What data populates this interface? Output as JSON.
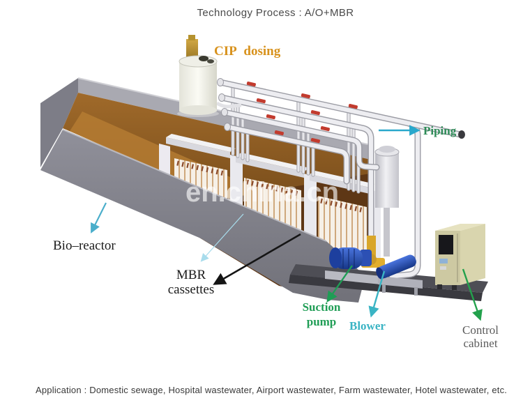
{
  "header": {
    "title": "Technology Process : A/O+MBR",
    "color": "#4a4a4a"
  },
  "watermark": {
    "text": "en.china.cn"
  },
  "labels": {
    "cip_dosing": {
      "text": "CIP dosing",
      "color": "#d8921d"
    },
    "piping": {
      "text": "Piping",
      "color": "#2e8b57",
      "arrow_color": "#29a8cc"
    },
    "bio_reactor": {
      "text": "Bio–reactor",
      "color": "#1b1b1b",
      "arrow_color": "#4aaecb"
    },
    "mbr_cassettes": {
      "line1": "MBR",
      "line2": "cassettes",
      "color": "#1b1b1b",
      "arrow_color": "#151515",
      "thin_arrow_color": "#a8dcec"
    },
    "suction_pump": {
      "line1": "Suction",
      "line2": "pump",
      "color": "#1f9d55",
      "arrow_color": "#1f9d55"
    },
    "blower": {
      "text": "Blower",
      "color": "#3ab4c4",
      "arrow_color": "#3ab4c4"
    },
    "control_cabinet": {
      "line1": "Control",
      "line2": "cabinet",
      "color": "#5c5c5c",
      "arrow_color": "#23a14c"
    }
  },
  "footer": {
    "application": "Application : Domestic sewage, Hospital wastewater, Airport wastewater, Farm wastewater, Hotel wastewater, etc."
  },
  "colors": {
    "tank_liquid": "#9c6a2a",
    "tank_wall": "#83838d",
    "platform": "#4e4e55",
    "pump_blue": "#2a50b4",
    "fitting_yellow": "#e2ae2e",
    "cabinet_beige": "#cdc9a2",
    "pipe_white": "#ededf1",
    "valve_red": "#c23b2e"
  }
}
